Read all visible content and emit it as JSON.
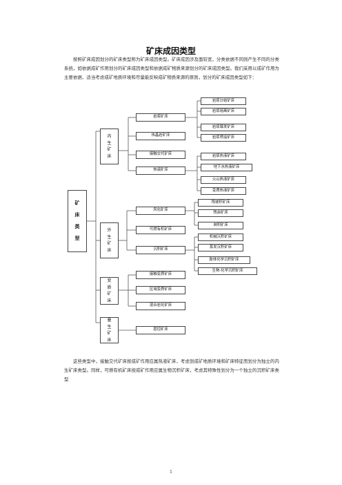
{
  "document": {
    "title": "矿床成因类型",
    "intro": "按照矿床成因划分的矿床类型称为矿床成因类型。矿床成因涉及面较宽，分类依据不同则产生不同的分类系统，如依据成矿作用划分的矿床成因类型和依据成矿物质来源划分的矿床成因类型。我们采用以成矿作用为主要依据、适当考虑成矿地质环境和尽量能反映成矿物质来源的原则，划分的矿床成因类型如下：",
    "outro": "这些类型中，接触交代矿床按成矿作用应属热液矿床，考虑到成矿地质环境和矿床特征而划分为独立的内生矿床类型。同样，可燃有机矿床按成矿作用应属生物沉积矿床，考虑其特殊性划分为一个独立的沉积矿床类型",
    "page_number": "1"
  },
  "tree": {
    "root": [
      "矿",
      "床",
      "类",
      "型"
    ],
    "categories": [
      {
        "label": [
          "内",
          "生",
          "矿",
          "床"
        ]
      },
      {
        "label": [
          "外",
          "生",
          "矿",
          "床"
        ]
      },
      {
        "label": [
          "变",
          "质",
          "矿",
          "床"
        ]
      },
      {
        "label": [
          "叠",
          "生",
          "矿",
          "床"
        ]
      }
    ],
    "types": {
      "magmatic": "岩浆矿床",
      "pegmatite": "伟晶岩矿床",
      "skarn": "接触交代矿床",
      "hydrothermal": "热液矿床",
      "weathering": "风化矿床",
      "combustible": "可燃有机矿床",
      "sedimentary": "沉积矿床",
      "contact_meta": "接触变质矿床",
      "regional_meta": "区域变质矿床",
      "migmatite": "混合岩化矿床",
      "superimposed": "层控矿床"
    },
    "subtypes": {
      "magmatic": [
        "岩浆分结矿床",
        "岩浆熔离矿床",
        "岩浆爆发矿床",
        "岩浆喷溢矿床"
      ],
      "hydrothermal": [
        "岩浆热液矿床",
        "地下水热液矿床",
        "火山热液矿床",
        "变质热液矿床"
      ],
      "weathering": [
        "残坡积矿床",
        "残余矿床",
        "淋积矿床"
      ],
      "sedimentary": [
        "机械沉积矿床",
        "蒸发沉积矿床",
        "胶体化学沉积矿床",
        "生物-化学沉积矿床"
      ]
    }
  }
}
